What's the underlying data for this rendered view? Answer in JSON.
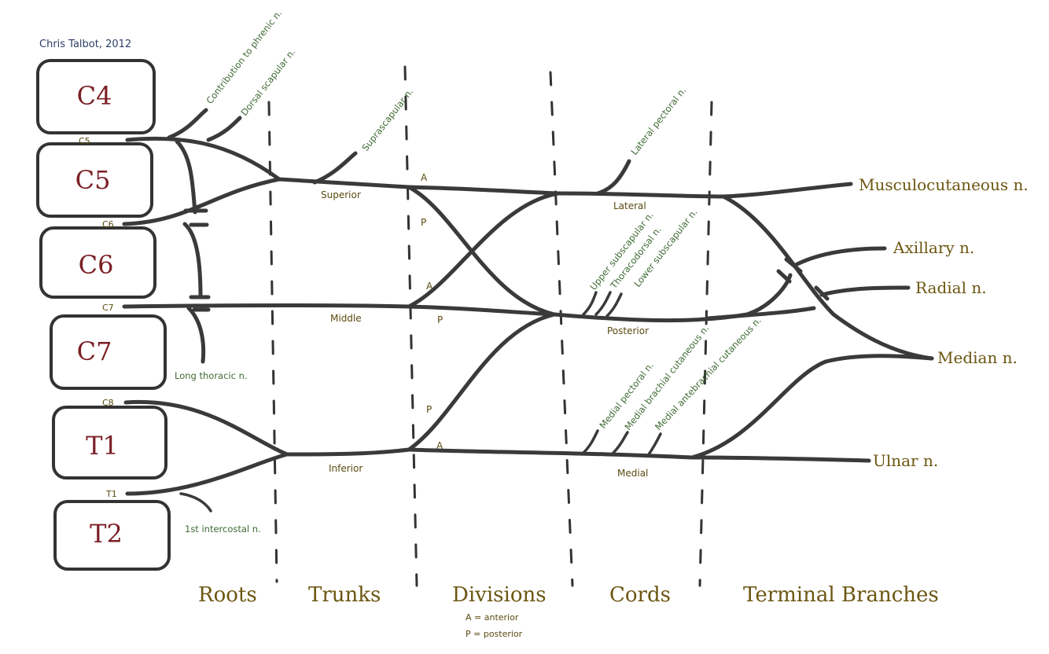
{
  "author": "Chris Talbot, 2012",
  "roots": [
    {
      "box": "C4",
      "nerve": "C5"
    },
    {
      "box": "C5",
      "nerve": "C6"
    },
    {
      "box": "C6",
      "nerve": "C7"
    },
    {
      "box": "C7",
      "nerve": "C8"
    },
    {
      "box": "T1",
      "nerve": "T1"
    },
    {
      "box": "T2",
      "nerve": ""
    }
  ],
  "branches": {
    "contribution_phrenic": "Contribution to phrenic n.",
    "dorsal_scapular": "Dorsal scapular n.",
    "suprascapular": "Suprascapular n.",
    "lateral_pectoral": "Lateral pectoral n.",
    "long_thoracic": "Long thoracic n.",
    "first_intercostal": "1st intercostal n.",
    "upper_subscapular": "Upper subscapular n.",
    "thoracodorsal": "Thoracodorsal n.",
    "lower_subscapular": "Lower subscapular n.",
    "medial_pectoral": "Medial pectoral n.",
    "medial_brachial": "Medial brachial cutaneous n.",
    "medial_antebrachial": "Medial antebrachial cutaneous n."
  },
  "trunks": {
    "superior": "Superior",
    "middle": "Middle",
    "inferior": "Inferior"
  },
  "divisions": {
    "a1": "A",
    "p1": "P",
    "a2": "A",
    "p2": "P",
    "p3": "P",
    "a3": "A"
  },
  "cords": {
    "lateral": "Lateral",
    "posterior": "Posterior",
    "medial": "Medial"
  },
  "terminal": {
    "musculocutaneous": "Musculocutaneous n.",
    "axillary": "Axillary n.",
    "radial": "Radial n.",
    "median": "Median n.",
    "ulnar": "Ulnar n."
  },
  "sections": {
    "roots": "Roots",
    "trunks": "Trunks",
    "divisions": "Divisions",
    "cords": "Cords",
    "terminal": "Terminal Branches"
  },
  "legend": {
    "anterior": "A = anterior",
    "posterior": "P = posterior"
  }
}
